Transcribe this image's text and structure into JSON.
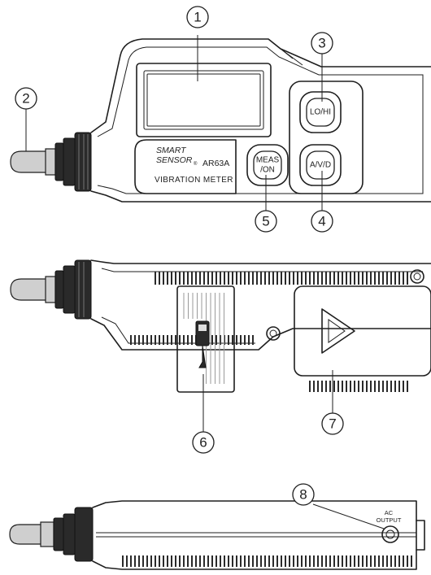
{
  "callouts": [
    "1",
    "2",
    "3",
    "4",
    "5",
    "6",
    "7",
    "8"
  ],
  "buttons": {
    "lo_hi": "LO/HI",
    "meas_on_line1": "MEAS",
    "meas_on_line2": "/ON",
    "avd": "A/V/D"
  },
  "label_panel": {
    "brand_line1": "SMART",
    "brand_line2": "SENSOR",
    "registered": "®",
    "model": "AR63A",
    "product": "VIBRATION METER"
  },
  "port": {
    "line1": "AC",
    "line2": "OUTPUT"
  },
  "colors": {
    "outline": "#1e1e1e",
    "probe_grey": "#cfcfcf",
    "grip_dark": "#2a2a2a",
    "background": "#ffffff"
  }
}
